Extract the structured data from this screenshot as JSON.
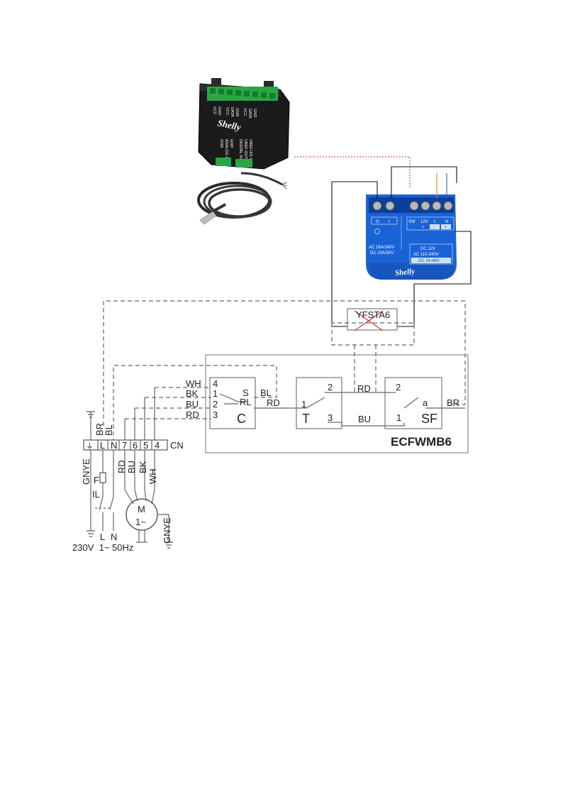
{
  "addon_device": {
    "brand": "Shelly",
    "top_pins": [
      "VCC",
      "GND",
      "VCC",
      "DATA",
      "GND",
      "VCC",
      "DATA",
      "GND"
    ],
    "bottom_pins_left": [
      "GND",
      "ANALOG IN",
      "GND"
    ],
    "bottom_pins_right": [
      "DIGITAL IN",
      "VREF OUT",
      "VREF+R1 OUT"
    ]
  },
  "relay_device": {
    "brand": "Shelly",
    "terminals_left": [
      "O",
      "I"
    ],
    "terminals_right": [
      "SW",
      "12V",
      "L",
      "N"
    ],
    "polarity": [
      "+",
      "-",
      "+"
    ],
    "output_rating_ac": "AC 16A/240V",
    "output_rating_dc": "DC 10A/30V",
    "supply_dc12": "DC 12V",
    "supply_ac": "AC 110-240V",
    "supply_dc48": "DC 24-48V",
    "colors": {
      "body": "#1a63d6",
      "terminal": "#0b3f9c",
      "accent": "#e8b04a"
    }
  },
  "schematic": {
    "removed_component": "YFSTA6",
    "unit_name": "ECFWMB6",
    "relay_block": {
      "pins": [
        "4",
        "1",
        "2",
        "3"
      ],
      "labels": [
        "S",
        "RL"
      ],
      "name": "C"
    },
    "thermostat_block": {
      "pins": [
        "1",
        "2",
        "3"
      ],
      "name": "T"
    },
    "switch_block": {
      "pins": [
        "2",
        "1",
        "a"
      ],
      "name": "SF"
    },
    "wire_labels": {
      "wh": "WH",
      "bk": "BK",
      "bu": "BU",
      "rd": "RD",
      "bl": "BL",
      "rd_out": "RD",
      "rd_top": "RD",
      "bu_bottom": "BU",
      "br_right": "BR"
    },
    "terminal_strip": [
      "L",
      "N",
      "7",
      "6",
      "5",
      "4"
    ],
    "terminal_strip_label": "CN",
    "vertical_labels": {
      "br": "BR",
      "bl": "BL",
      "gnye_left": "GNYE",
      "rd": "RD",
      "bu": "BU",
      "bk": "BK",
      "wh": "WH",
      "gnye_motor": "GNYE"
    },
    "fuse_label": "F",
    "isolator_label": "IL",
    "motor": {
      "line1": "M",
      "line2": "1~"
    },
    "supply_terminals": [
      "L",
      "N"
    ],
    "supply_text": "230V  1~ 50Hz"
  }
}
